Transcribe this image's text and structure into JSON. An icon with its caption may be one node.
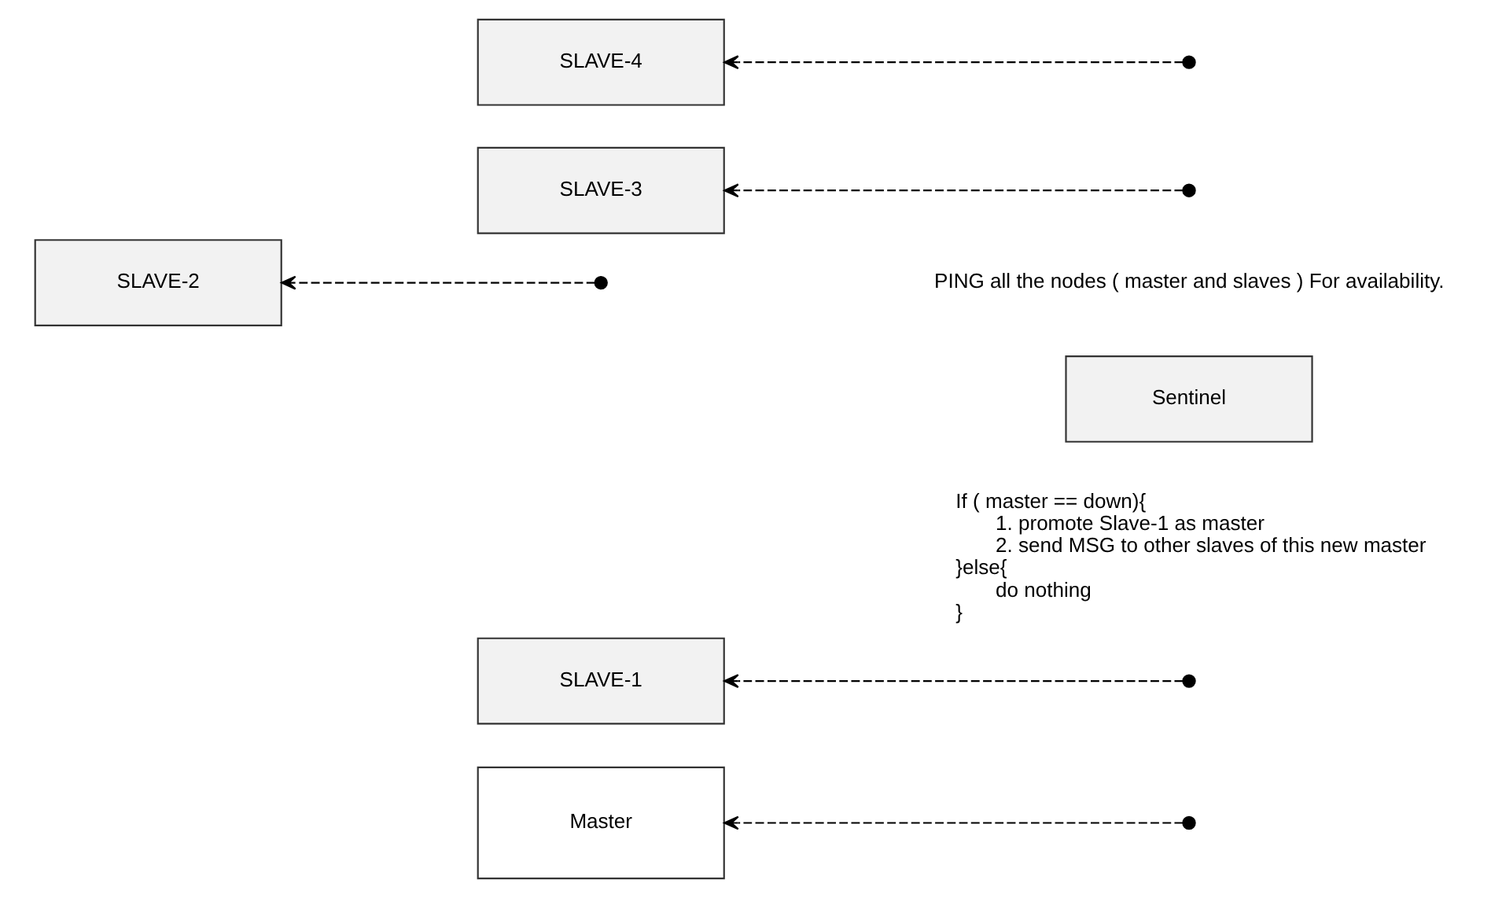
{
  "diagram": {
    "nodes": [
      {
        "text": [
          "Master"
        ]
      },
      {
        "text": [
          "SLAVE-1"
        ]
      },
      {
        "text": [
          "SLAVE-2"
        ]
      },
      {
        "text": [
          "SLAVE-3"
        ]
      },
      {
        "text": [
          "SLAVE-4"
        ]
      },
      {
        "text": [],
        "shape": "circle"
      },
      {
        "text": [],
        "shape": "circle"
      },
      {
        "text": [],
        "shape": "circle"
      },
      {
        "text": [],
        "shape": "circle"
      },
      {
        "text": [],
        "shape": "circle"
      },
      {
        "text": [
          "Sentinel"
        ]
      }
    ],
    "edges": [
      {
        "from": 5,
        "to": 0,
        "arrow": "to",
        "style": "dashed"
      },
      {
        "from": 6,
        "to": 1,
        "arrow": "to",
        "style": "dashed"
      },
      {
        "from": 7,
        "to": 2,
        "arrow": "to",
        "style": "dashed"
      },
      {
        "from": 8,
        "to": 3,
        "arrow": "to",
        "style": "dashed"
      },
      {
        "from": 9,
        "to": 4,
        "arrow": "to",
        "style": "dashed"
      }
    ],
    "labels": [
      "PING all the nodes ( master and slaves ) For availability.",
      "If ( master == down){",
      "1. promote Slave-1 as master",
      "2. send MSG to other slaves of this new master",
      "}else{",
      "do nothing",
      "}"
    ]
  }
}
